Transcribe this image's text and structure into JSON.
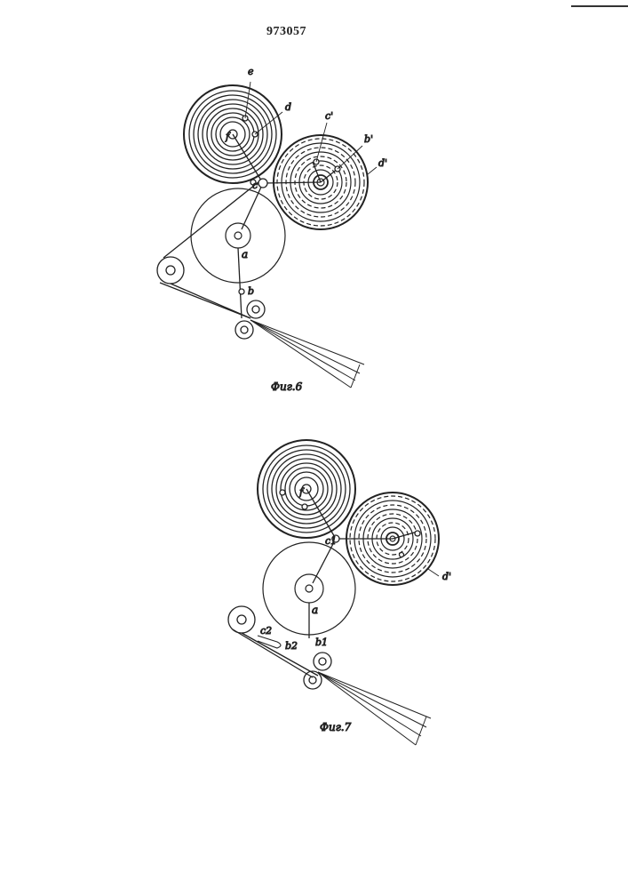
{
  "patent_number": "973057",
  "figures": [
    {
      "caption": "Фиг.6",
      "labels": {
        "e": "e",
        "d": "d",
        "f": "f",
        "c": "c",
        "c1": "c'",
        "b1": "b'",
        "d1": "d'",
        "a": "a",
        "b": "b"
      }
    },
    {
      "caption": "Фиг.7",
      "labels": {
        "f": "f",
        "c1": "c1",
        "d1": "d'",
        "a": "a",
        "b1": "b1",
        "c2": "c2",
        "b2": "b2"
      }
    }
  ]
}
